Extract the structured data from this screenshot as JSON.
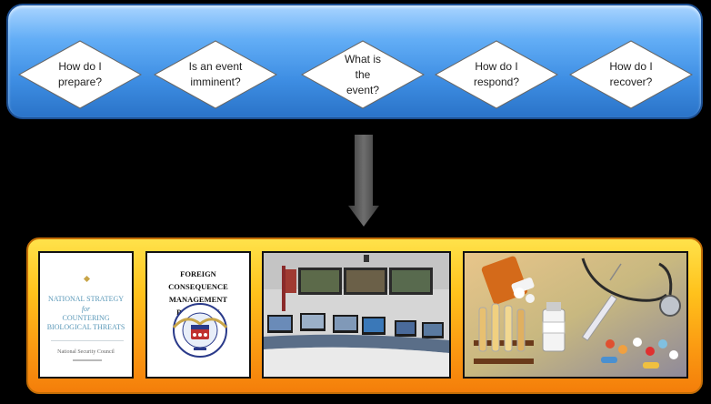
{
  "questions": [
    {
      "id": "prepare",
      "text": "How do I prepare?"
    },
    {
      "id": "imminent",
      "text": "Is an event imminent?"
    },
    {
      "id": "what",
      "text": "What is the event?"
    },
    {
      "id": "respond",
      "text": "How do I respond?"
    },
    {
      "id": "recover",
      "text": "How do I recover?"
    }
  ],
  "documents": {
    "strategy": {
      "line1": "NATIONAL STRATEGY",
      "line2": "for",
      "line3": "COUNTERING",
      "line4": "BIOLOGICAL THREATS",
      "author": "National Security Council"
    },
    "playbook": {
      "title": "FOREIGN CONSEQUENCE MANAGEMENT PLAYBOOK"
    }
  },
  "colors": {
    "top_bar": "#3f8fe4",
    "bottom_bar": "#fb9b12",
    "arrow": "#555555"
  }
}
